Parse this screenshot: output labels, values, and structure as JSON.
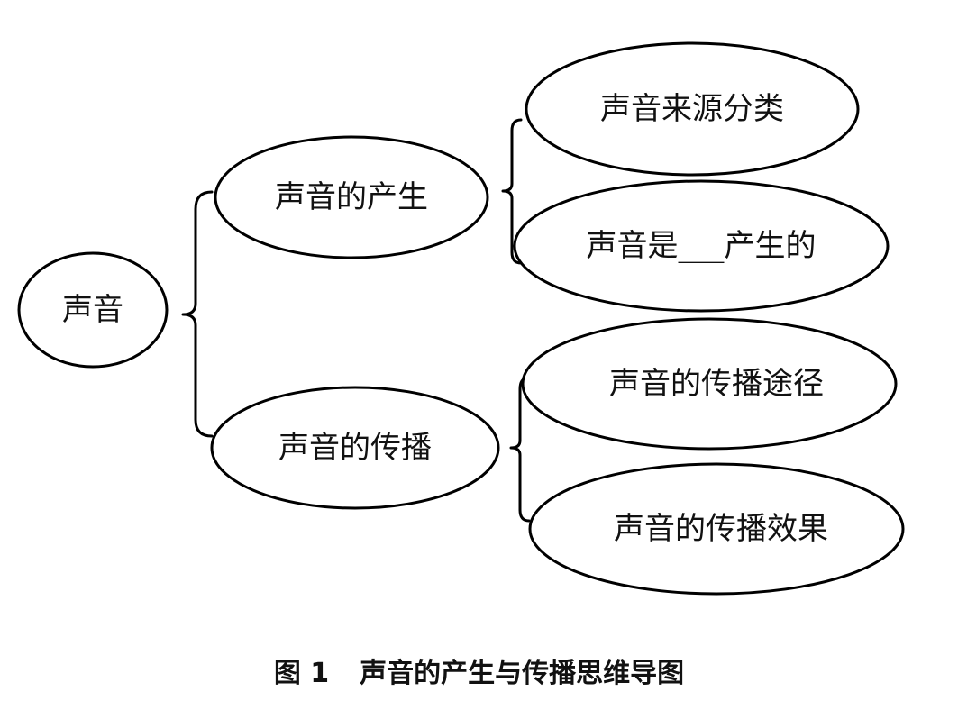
{
  "diagram": {
    "root": {
      "label": "声音"
    },
    "branches": [
      {
        "label": "声音的产生",
        "children": [
          {
            "label": "声音来源分类"
          },
          {
            "label": "声音是___产生的"
          }
        ]
      },
      {
        "label": "声音的传播",
        "children": [
          {
            "label": "声音的传播途径"
          },
          {
            "label": "声音的传播效果"
          }
        ]
      }
    ]
  },
  "caption": {
    "figure_number": "图 1",
    "title": "声音的产生与传播思维导图"
  }
}
